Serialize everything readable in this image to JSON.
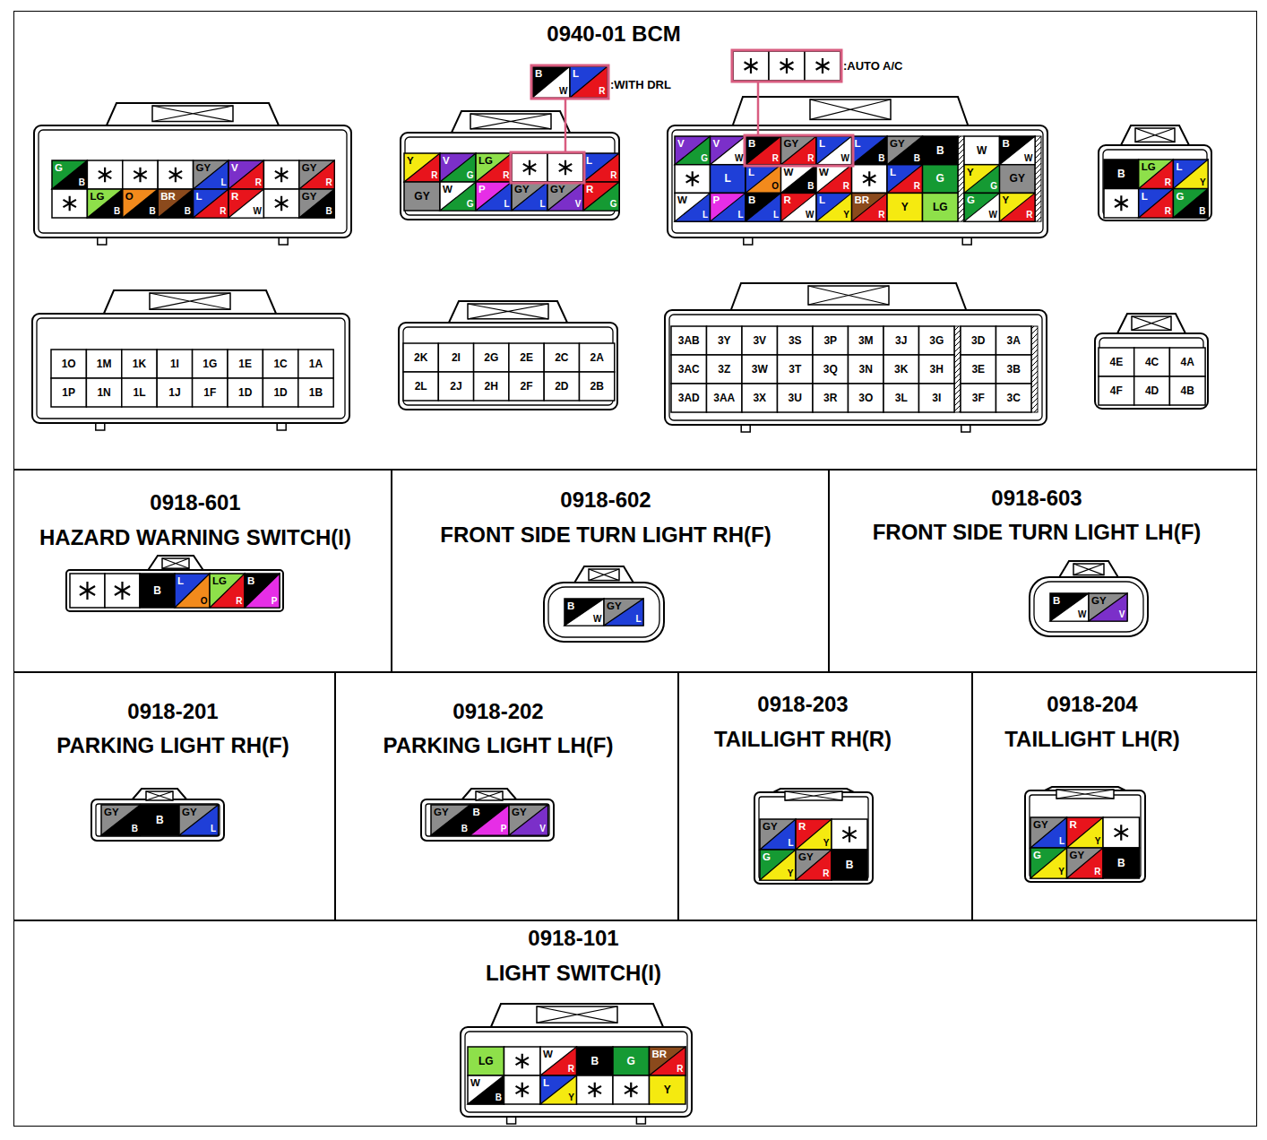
{
  "diagram": {
    "nodes": [
      {
        "text": [
          "0940-01 BCM"
        ]
      },
      {
        "text": [
          "0918-601",
          "HAZARD WARNING SWITCH(I)"
        ]
      },
      {
        "text": [
          "0918-602",
          "FRONT SIDE TURN LIGHT RH(F)"
        ]
      },
      {
        "text": [
          "0918-603",
          "FRONT SIDE TURN LIGHT LH(F)"
        ]
      },
      {
        "text": [
          "0918-201",
          "PARKING LIGHT RH(F)"
        ]
      },
      {
        "text": [
          "0918-202",
          "PARKING LIGHT LH(F)"
        ]
      },
      {
        "text": [
          "0918-203",
          "TAILLIGHT RH(R)"
        ]
      },
      {
        "text": [
          "0918-204",
          "TAILLIGHT LH(R)"
        ]
      },
      {
        "text": [
          "0918-101",
          "LIGHT SWITCH(I)"
        ]
      }
    ],
    "labels": [
      "B",
      "W",
      "L",
      "R",
      ":WITH DRL",
      ":AUTO A/C",
      "G",
      "B",
      "GY",
      "L",
      "V",
      "R",
      "GY",
      "R",
      "LG",
      "B",
      "O",
      "B",
      "BR",
      "B",
      "L",
      "R",
      "R",
      "W",
      "GY",
      "B",
      "Y",
      "R",
      "V",
      "G",
      "LG",
      "R",
      "L",
      "R",
      "GY",
      "W",
      "G",
      "P",
      "L",
      "GY",
      "L",
      "GY",
      "V",
      "R",
      "G",
      "V",
      "G",
      "V",
      "W",
      "B",
      "R",
      "GY",
      "R",
      "L",
      "W",
      "L",
      "B",
      "GY",
      "B",
      "B",
      "W",
      "B",
      "W",
      "L",
      "L",
      "O",
      "W",
      "B",
      "W",
      "R",
      "L",
      "R",
      "G",
      "Y",
      "G",
      "GY",
      "W",
      "L",
      "P",
      "L",
      "B",
      "L",
      "R",
      "W",
      "L",
      "Y",
      "BR",
      "R",
      "Y",
      "LG",
      "G",
      "W",
      "Y",
      "R",
      "B",
      "LG",
      "R",
      "L",
      "Y",
      "L",
      "R",
      "G",
      "B",
      "1O",
      "1M",
      "1K",
      "1I",
      "1G",
      "1E",
      "1C",
      "1A",
      "1P",
      "1N",
      "1L",
      "1J",
      "1F",
      "1D",
      "1D",
      "1B",
      "2K",
      "2I",
      "2G",
      "2E",
      "2C",
      "2A",
      "2L",
      "2J",
      "2H",
      "2F",
      "2D",
      "2B",
      "3AB",
      "3Y",
      "3V",
      "3S",
      "3P",
      "3M",
      "3J",
      "3G",
      "3D",
      "3A",
      "3AC",
      "3Z",
      "3W",
      "3T",
      "3Q",
      "3N",
      "3K",
      "3H",
      "3E",
      "3B",
      "3AD",
      "3AA",
      "3X",
      "3U",
      "3R",
      "3O",
      "3L",
      "3I",
      "3F",
      "3C",
      "4E",
      "4C",
      "4A",
      "4F",
      "4D",
      "4B",
      "B",
      "L",
      "O",
      "LG",
      "R",
      "B",
      "P",
      "B",
      "W",
      "GY",
      "L",
      "B",
      "W",
      "GY",
      "V",
      "GY",
      "B",
      "B",
      "GY",
      "L",
      "GY",
      "B",
      "B",
      "P",
      "GY",
      "V",
      "GY",
      "L",
      "R",
      "Y",
      "G",
      "Y",
      "GY",
      "R",
      "B",
      "GY",
      "L",
      "R",
      "Y",
      "G",
      "Y",
      "GY",
      "R",
      "B",
      "LG",
      "W",
      "R",
      "B",
      "G",
      "BR",
      "R",
      "W",
      "B",
      "L",
      "Y",
      "Y"
    ]
  }
}
